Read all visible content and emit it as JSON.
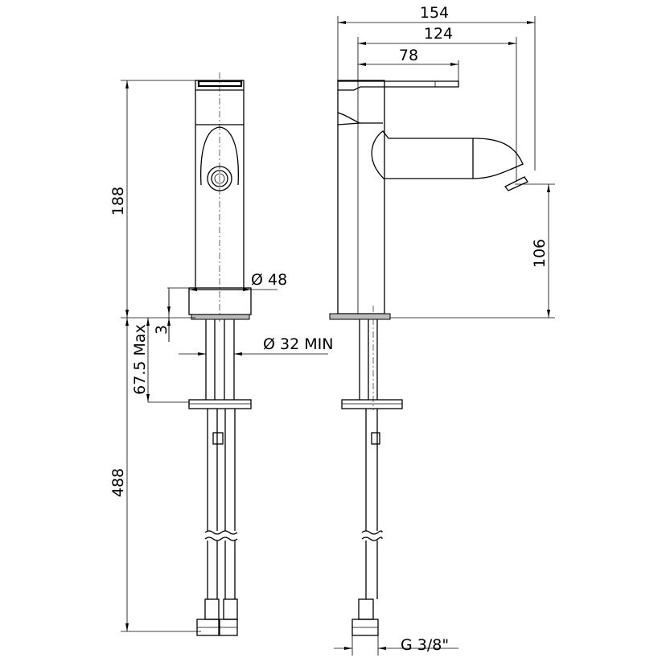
{
  "dimensions": {
    "overall_width": "154",
    "spout_reach": "124",
    "lever_length": "78",
    "body_height": "188",
    "body_diameter": "Ø 48",
    "base_thickness": "3",
    "deck_thickness": "67.5 Max",
    "hole_diameter": "Ø 32 MIN",
    "hose_length": "488",
    "spout_height": "106",
    "connection_thread": "G 3/8\""
  }
}
